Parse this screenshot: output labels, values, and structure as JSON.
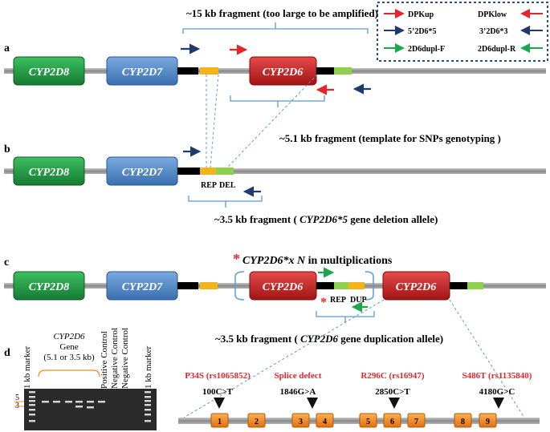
{
  "panels": {
    "a": "a",
    "b": "b",
    "c": "c",
    "d": "d"
  },
  "genes": {
    "d8": "CYP2D8",
    "d7": "CYP2D7",
    "d6": "CYP2D6"
  },
  "legend": {
    "dpkup": "DPKup",
    "dpklow": "DPKlow",
    "p5": "5’2D6*5",
    "p3": "3’2D6*3",
    "dupF": "2D6dupl-F",
    "dupR": "2D6dupl-R"
  },
  "colors": {
    "red": "#e8242a",
    "navy": "#1f3a6e",
    "green": "#1aa84a",
    "gene_green": "#1d9a3f",
    "gene_blue": "#4d86c8",
    "gene_red": "#c81e1e",
    "yellow": "#f2b418",
    "lightgreen": "#8fd14f",
    "exon": "#f28c1e"
  },
  "captions": {
    "frag15": "~15 kb fragment (too large to be amplified)",
    "frag51": "~5.1 kb fragment (template for SNPs genotyping )",
    "frag35_del_pre": "~3.5 kb fragment ( ",
    "frag35_del_gene": "CYP2D6*5",
    "frag35_del_post": " gene deletion allele)",
    "multi_star": "*",
    "multi_gene": "CYP2D6*x N",
    "multi_text": " in multiplications",
    "frag35_dup_pre": "~3.5 kb fragment ( ",
    "frag35_dup_gene": "CYP2D6",
    "frag35_dup_post": " gene duplication  allele)"
  },
  "region_labels": {
    "rep": "REP",
    "del": "DEL",
    "dup": "DUP",
    "star": "*"
  },
  "gel": {
    "lane_labels": [
      "1 kb marker",
      "Positive Control",
      "Negative Control",
      "Negative Control",
      "1 kb marker"
    ],
    "title_gene": "CYP2D6",
    "title_gene2": "Gene",
    "title_size": "(5.1 or 3.5 kb)",
    "size_5": "5",
    "size_3": "3"
  },
  "snps": [
    {
      "name": "P34S (rs1065852)",
      "change": "100C>T"
    },
    {
      "name": "Splice defect",
      "change": "1846G>A"
    },
    {
      "name": "R296C (rs16947)",
      "change": "2850C>T"
    },
    {
      "name": "S486T (rs1135840)",
      "change": "4180G>C"
    }
  ],
  "exons": [
    "1",
    "2",
    "3",
    "4",
    "5",
    "6",
    "7",
    "8",
    "9"
  ]
}
